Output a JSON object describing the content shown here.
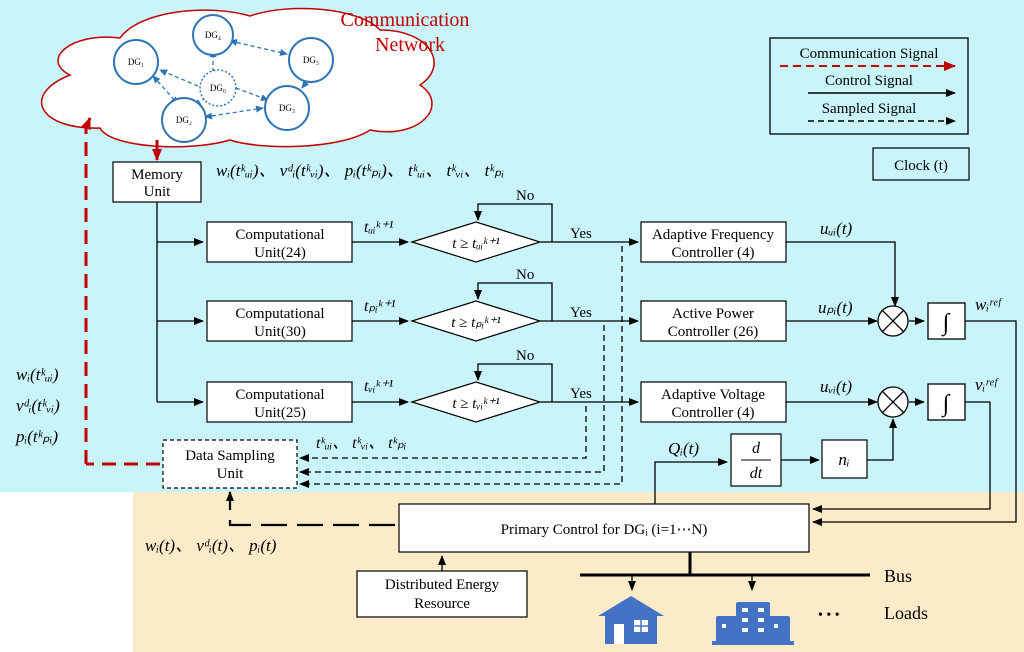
{
  "cloud": {
    "title_line1": "Communication",
    "title_line2": "Network",
    "nodes": [
      "DG₁",
      "DG₂",
      "DG₃",
      "DG₄",
      "DG₅",
      "DG₀"
    ]
  },
  "legend": {
    "communication": "Communication Signal",
    "control": "Control Signal",
    "sampled": "Sampled Signal"
  },
  "clock": "Clock (t)",
  "memory": {
    "line1": "Memory",
    "line2": "Unit"
  },
  "memory_outputs": "wᵢ(tᵏᵤᵢ)、 vᵈᵢ(tᵏᵥᵢ)、 pᵢ(tᵏₚᵢ)、 tᵏᵤᵢ、 tᵏᵥᵢ、 tᵏₚᵢ",
  "computational_units": [
    {
      "line1": "Computational",
      "line2": "Unit(24)",
      "next_time": "tᵤᵢᵏ⁺¹",
      "condition": "t ≥ tᵤᵢᵏ⁺¹"
    },
    {
      "line1": "Computational",
      "line2": "Unit(30)",
      "next_time": "tₚᵢᵏ⁺¹",
      "condition": "t ≥ tₚᵢᵏ⁺¹"
    },
    {
      "line1": "Computational",
      "line2": "Unit(25)",
      "next_time": "tᵥᵢᵏ⁺¹",
      "condition": "t ≥ tᵥᵢᵏ⁺¹"
    }
  ],
  "decision": {
    "no": "No",
    "yes": "Yes"
  },
  "controllers": [
    {
      "line1": "Adaptive Frequency",
      "line2": "Controller (4)",
      "output": "uᵤᵢ(t)"
    },
    {
      "line1": "Active Power",
      "line2": "Controller (26)",
      "output": "uₚᵢ(t)"
    },
    {
      "line1": "Adaptive Voltage",
      "line2": "Controller (4)",
      "output": "uᵥᵢ(t)"
    }
  ],
  "integrator_symbol": "∫",
  "references": {
    "w": "wᵢʳᵉᶠ",
    "v": "vᵢʳᵉᶠ"
  },
  "sampling": {
    "line1": "Data Sampling",
    "line2": "Unit",
    "times": "tᵏᵤᵢ、 tᵏᵥᵢ、 tᵏₚᵢ"
  },
  "sampled_values": [
    "wᵢ(tᵏᵤᵢ)",
    "vᵈᵢ(tᵏᵥᵢ)",
    "pᵢ(tᵏₚᵢ)"
  ],
  "reactive": {
    "signal": "Qᵢ(t)",
    "derivative_num": "d",
    "derivative_den": "dt",
    "gain": "nᵢ"
  },
  "primary": {
    "label": "Primary Control for DGᵢ (i=1⋯N)"
  },
  "measured": "wᵢ(t)、 vᵈᵢ(t)、 pᵢ(t)",
  "der": {
    "line1": "Distributed Energy",
    "line2": "Resource"
  },
  "bus": "Bus",
  "loads": "Loads",
  "ellipsis": "• • •",
  "colors": {
    "upper_panel": "#c8f4fa",
    "lower_panel": "#fcebc8",
    "communication": "#c00000",
    "node": "#2e75b6",
    "load_icon": "#4472c4"
  }
}
